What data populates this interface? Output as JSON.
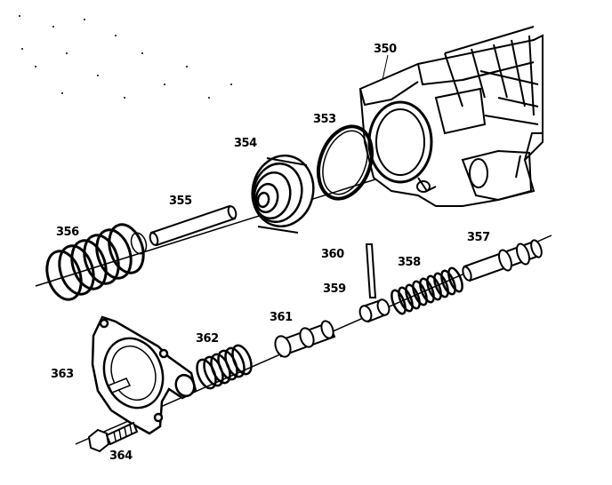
{
  "diagram": {
    "labels": {
      "l350": "350",
      "l353": "353",
      "l354": "354",
      "l355": "355",
      "l356": "356",
      "l357": "357",
      "l358": "358",
      "l359": "359",
      "l360": "360",
      "l361": "361",
      "l362": "362",
      "l363": "363",
      "l364": "364"
    }
  }
}
